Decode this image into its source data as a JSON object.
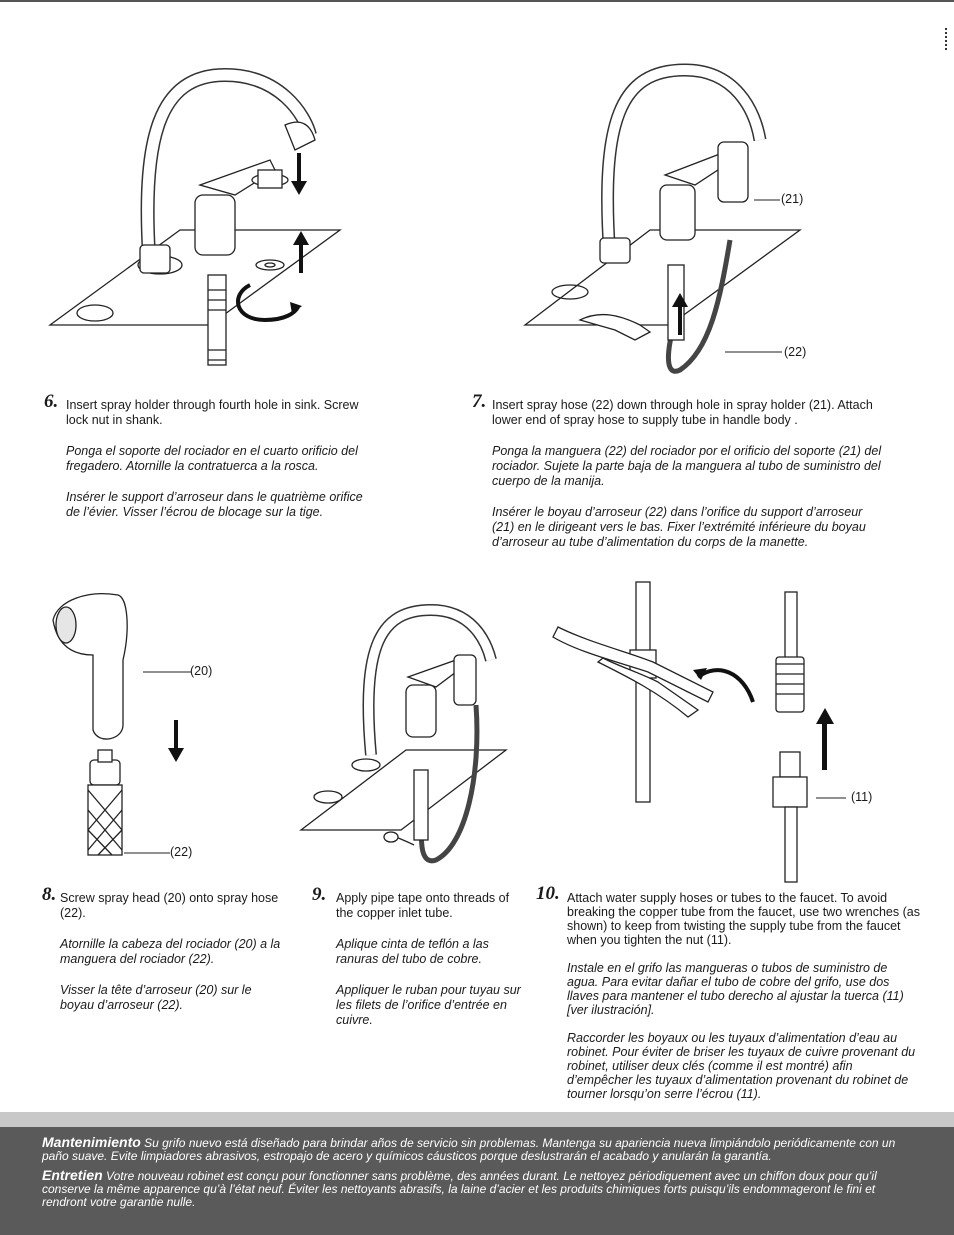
{
  "steps": {
    "s6": {
      "num": "6.",
      "en": "Insert spray holder through fourth hole in sink. Screw lock nut in shank.",
      "es": "Ponga el soporte del rociador en el cuarto orificio del fregadero. Atornille la contratuerca a la rosca.",
      "fr": "Insérer le support d’arroseur dans le quatrième orifice de l’évier. Visser l’écrou de blocage sur la tige."
    },
    "s7": {
      "num": "7.",
      "en": "Insert spray hose (22) down through hole in spray holder (21). Attach lower end of spray hose to supply tube in handle body .",
      "es": "Ponga la manguera (22) del rociador por el orificio del soporte (21) del rociador. Sujete la parte baja de la manguera al tubo de suministro del cuerpo de la  manija.",
      "fr": "Insérer le boyau d’arroseur (22) dans l’orifice du support d’arroseur (21) en le dirigeant vers le bas. Fixer l’extrémité inférieure du boyau d’arroseur au tube d’alimentation du corps de la manette."
    },
    "s8": {
      "num": "8.",
      "en": "Screw spray head (20) onto spray hose (22).",
      "es": "Atornille la cabeza del rociador (20) a la manguera del rociador (22).",
      "fr": "Visser la tête d’arroseur (20) sur le boyau d’arroseur (22)."
    },
    "s9": {
      "num": "9.",
      "en": "Apply pipe tape onto threads of the copper inlet tube.",
      "es": "Aplique cinta de teflón a las ranuras del tubo de cobre.",
      "fr": "Appliquer le ruban pour tuyau sur les filets de l’orifice d’entrée en cuivre."
    },
    "s10": {
      "num": "10.",
      "en": "Attach water supply hoses or tubes to the faucet. To avoid breaking the copper tube from the faucet, use two wrenches (as shown) to keep from twisting the supply tube from the faucet when you tighten the nut (11).",
      "es": "Instale en el grifo las mangueras o tubos de suministro de agua. Para evitar dañar el tubo de cobre del grifo, use dos llaves para mantener el tubo derecho al ajustar la tuerca (11) [ver ilustración].",
      "fr": "Raccorder les boyaux ou les tuyaux d’alimentation d’eau au robinet. Pour éviter de briser les tuyaux de cuivre provenant du robinet, utiliser deux clés (comme il est montré) afin d’empêcher les tuyaux d’alimentation provenant du robinet de tourner lorsqu’on serre l’écrou (11)."
    }
  },
  "callouts": {
    "c21": "(21)",
    "c22a": "(22)",
    "c20": "(20)",
    "c22b": "(22)",
    "c11": "(11)"
  },
  "footer": {
    "mant_title": "Mantenimiento",
    "mant_text": "Su grifo nuevo está diseñado para brindar años de servicio sin problemas. Mantenga su apariencia nueva limpiándolo periódicamente con un paño suave. Evite limpiadores abrasivos, estropajo de acero y químicos cáusticos porque deslustrarán el acabado y anularán la garantía.",
    "ent_title": "Entretien",
    "ent_text": "Votre nouveau robinet est conçu pour fonctionner sans problème, des années durant. Le nettoyez périodiquement avec un chiffon doux pour qu’il conserve la même apparence qu’à l’état neuf. Éviter les nettoyants abrasifs, la laine d’acier et les produits chimiques forts puisqu’ils endommageront le fini et rendront votre garantie nulle."
  },
  "colors": {
    "footer_bg": "#5a5a5a",
    "footer_band": "#c8c8c8",
    "ink": "#1a1a1a"
  }
}
